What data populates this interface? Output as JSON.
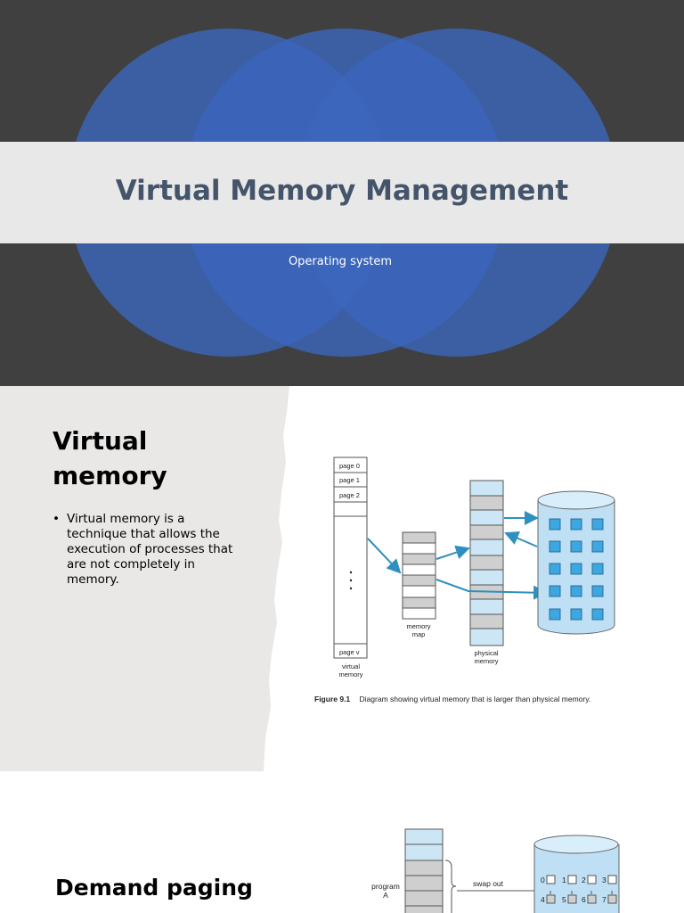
{
  "slide1": {
    "title": "Virtual Memory Management",
    "subtitle": "Operating system",
    "colors": {
      "background": "#404040",
      "circles": "#3b67be",
      "band": "#e8e8e8",
      "title": "#44546a"
    }
  },
  "slide2": {
    "heading": "Virtual memory",
    "bullets": [
      "Virtual memory is a technique that allows the execution of processes that are not completely in memory."
    ],
    "figure": {
      "pages": [
        "page 0",
        "page 1",
        "page 2",
        "page v"
      ],
      "virtual_memory_label": "virtual memory",
      "memory_map_label": "memory map",
      "physical_memory_label": "physical memory",
      "caption_bold": "Figure 9.1",
      "caption_text": "Diagram showing virtual memory that is larger than physical memory."
    }
  },
  "slide3": {
    "heading": "Demand paging",
    "figure": {
      "program_label_1": "program",
      "program_label_2": "A",
      "swap_out_label": "swap out",
      "disk_cells": [
        "0",
        "1",
        "2",
        "3",
        "4",
        "5",
        "6",
        "7"
      ]
    }
  }
}
